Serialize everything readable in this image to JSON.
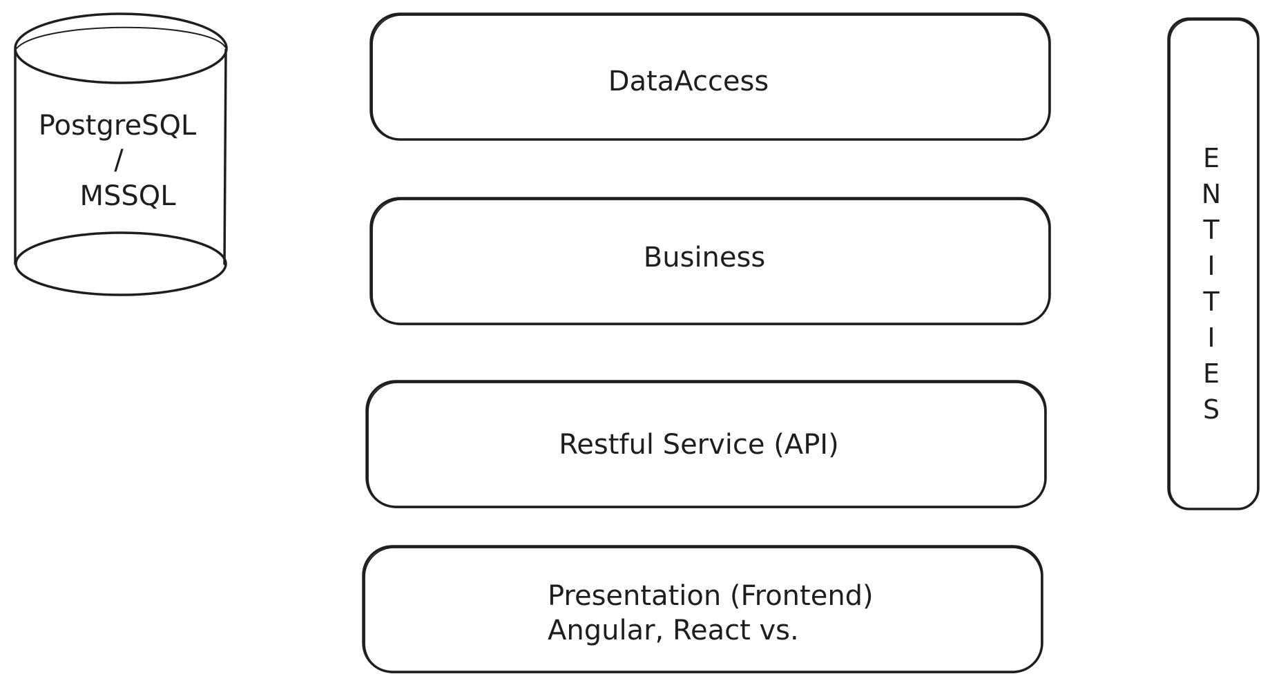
{
  "database": {
    "line1": "PostgreSQL",
    "separator": "/",
    "line2": "MSSQL"
  },
  "layers": {
    "data_access": "DataAccess",
    "business": "Business",
    "restful": "Restful Service (API)",
    "presentation_line1": "Presentation (Frontend)",
    "presentation_line2": "Angular, React vs."
  },
  "entities_letters": [
    "E",
    "N",
    "T",
    "I",
    "T",
    "I",
    "E",
    "S"
  ],
  "colors": {
    "stroke": "#1e1e1e",
    "background": "#ffffff"
  }
}
